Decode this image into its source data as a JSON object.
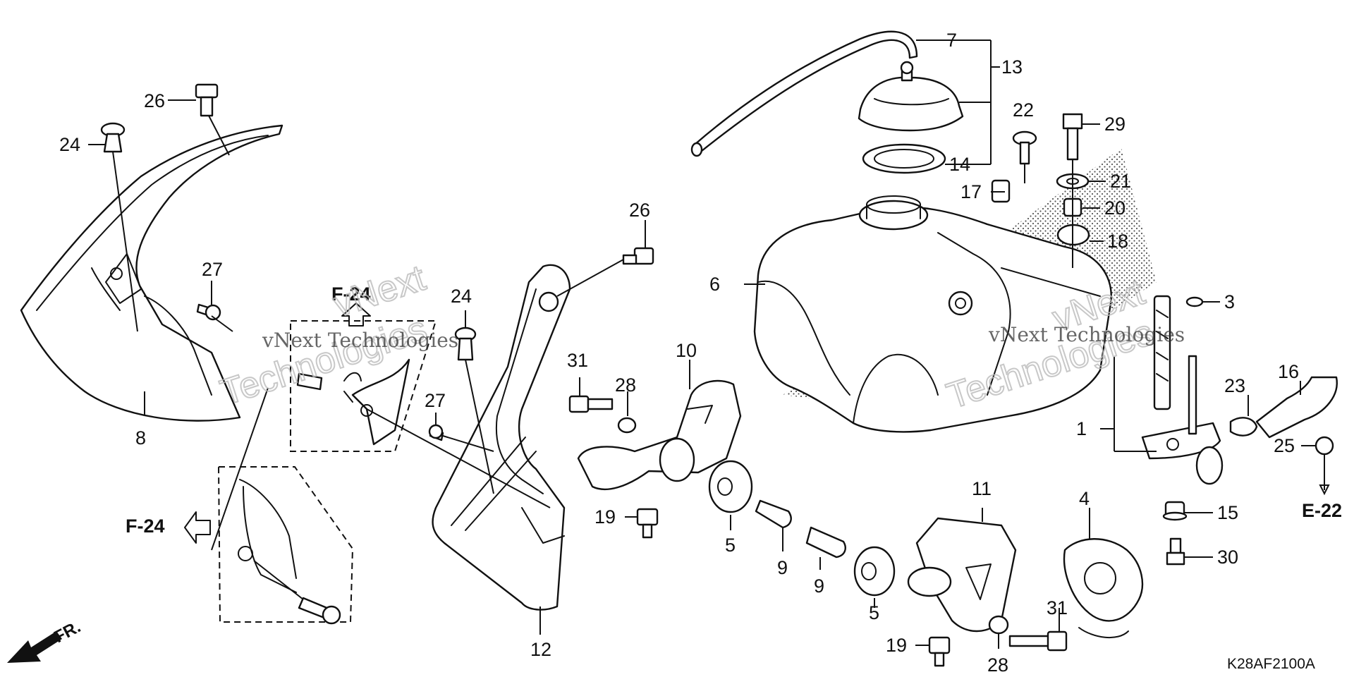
{
  "diagram_code": "K28AF2100A",
  "front_label": "FR.",
  "watermark": {
    "line_main": "vNext Technologies",
    "line_top": "vNext",
    "line_bottom": "Technologies"
  },
  "refs": {
    "f24_top": "F-24",
    "f24_left": "F-24",
    "e22": "E-22"
  },
  "callouts": {
    "c1": "1",
    "c3": "3",
    "c4": "4",
    "c5a": "5",
    "c5b": "5",
    "c6": "6",
    "c7": "7",
    "c8": "8",
    "c9a": "9",
    "c9b": "9",
    "c10": "10",
    "c11": "11",
    "c12": "12",
    "c13": "13",
    "c14": "14",
    "c15": "15",
    "c16": "16",
    "c17": "17",
    "c18": "18",
    "c19a": "19",
    "c19b": "19",
    "c20": "20",
    "c21": "21",
    "c22": "22",
    "c23": "23",
    "c24a": "24",
    "c24b": "24",
    "c25": "25",
    "c26a": "26",
    "c26b": "26",
    "c27a": "27",
    "c27b": "27",
    "c28a": "28",
    "c28b": "28",
    "c29": "29",
    "c30": "30",
    "c31a": "31",
    "c31b": "31"
  },
  "colors": {
    "line": "#111111",
    "background": "#ffffff",
    "stipple": "#555555"
  }
}
